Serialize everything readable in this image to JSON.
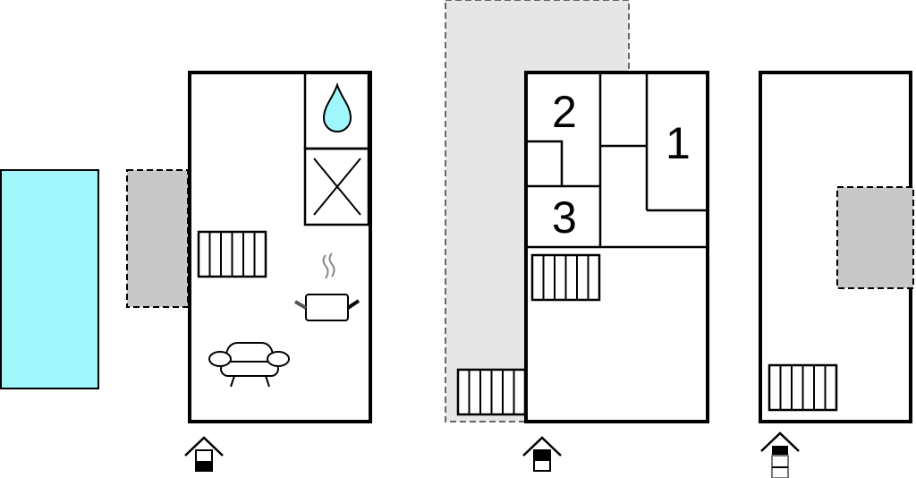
{
  "floors": [
    {
      "name": "ground-floor",
      "level_indicator": "bottom"
    },
    {
      "name": "first-floor",
      "level_indicator": "middle",
      "rooms": [
        {
          "label": "1"
        },
        {
          "label": "2"
        },
        {
          "label": "3"
        }
      ]
    },
    {
      "name": "attic",
      "level_indicator": "top"
    }
  ],
  "colors": {
    "pool": "#a0f6fb",
    "terrace": "#c8c8c8",
    "void": "#e6e6e6",
    "water": "#a0f6fb"
  }
}
